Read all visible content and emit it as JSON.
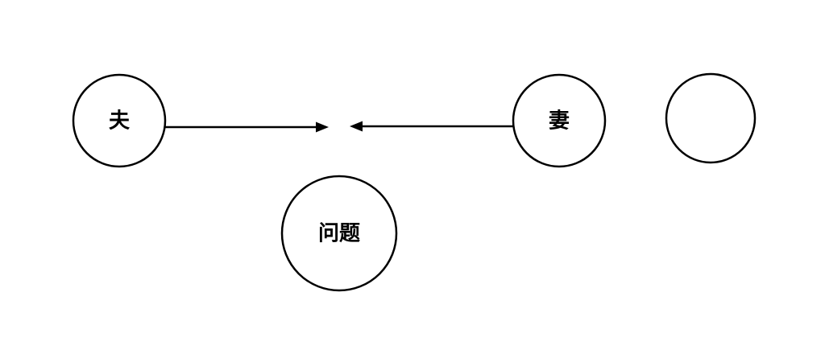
{
  "diagram": {
    "nodes": {
      "husband": {
        "label": "夫"
      },
      "wife": {
        "label": "妻"
      },
      "problem": {
        "label": "问题"
      },
      "empty": {
        "label": ""
      }
    },
    "edges": [
      {
        "from": "husband",
        "to": "center",
        "direction": "right"
      },
      {
        "from": "wife",
        "to": "center",
        "direction": "left"
      }
    ],
    "colors": {
      "stroke": "#000000",
      "fill": "#ffffff",
      "background": "#ffffff"
    }
  }
}
